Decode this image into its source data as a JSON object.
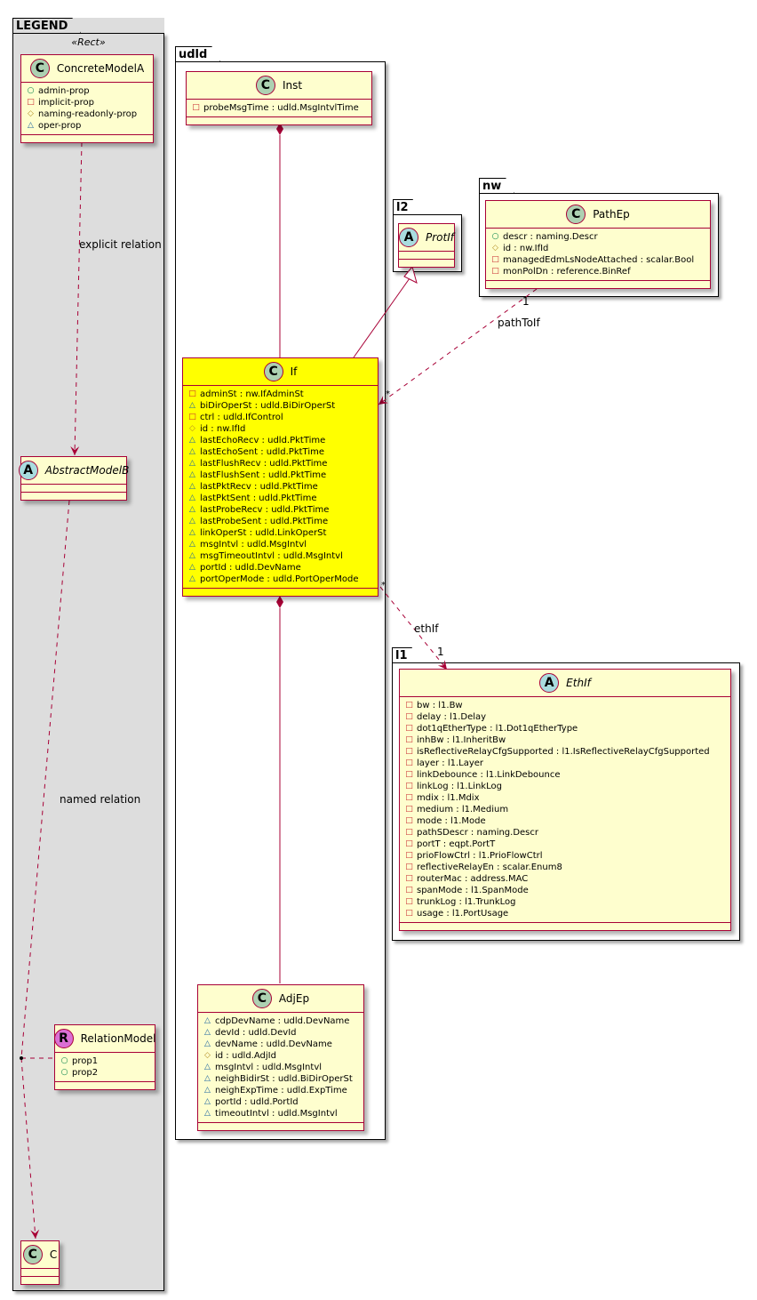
{
  "packages": {
    "legend": {
      "name": "LEGEND",
      "stereotype": "«Rect»"
    },
    "udld": {
      "name": "udld"
    },
    "l2": {
      "name": "l2"
    },
    "nw": {
      "name": "nw"
    },
    "l1": {
      "name": "l1"
    }
  },
  "visibility_symbols": {
    "private": "□",
    "public": "○",
    "protected": "◇",
    "package": "△"
  },
  "classes": {
    "concreteModelA": {
      "badge": "C",
      "name": "ConcreteModelA",
      "attrs": [
        {
          "vis": "public",
          "text": "admin-prop"
        },
        {
          "vis": "private",
          "text": "implicit-prop"
        },
        {
          "vis": "protected",
          "text": "naming-readonly-prop"
        },
        {
          "vis": "package",
          "text": "oper-prop"
        }
      ]
    },
    "abstractModelB": {
      "badge": "A",
      "name": "AbstractModelB",
      "attrs": []
    },
    "relationModel": {
      "badge": "R",
      "name": "RelationModel",
      "attrs": [
        {
          "vis": "public",
          "text": "prop1"
        },
        {
          "vis": "public",
          "text": "prop2"
        }
      ]
    },
    "c": {
      "badge": "C",
      "name": "C",
      "attrs": []
    },
    "inst": {
      "badge": "C",
      "name": "Inst",
      "attrs": [
        {
          "vis": "private",
          "text": "probeMsgTime : udld.MsgIntvlTime"
        }
      ]
    },
    "protIf": {
      "badge": "A",
      "name": "ProtIf",
      "attrs": []
    },
    "pathEp": {
      "badge": "C",
      "name": "PathEp",
      "attrs": [
        {
          "vis": "public",
          "text": "descr : naming.Descr"
        },
        {
          "vis": "protected",
          "text": "id : nw.IfId"
        },
        {
          "vis": "private",
          "text": "managedEdmLsNodeAttached : scalar.Bool"
        },
        {
          "vis": "private",
          "text": "monPolDn : reference.BinRef"
        }
      ]
    },
    "if": {
      "badge": "C",
      "name": "If",
      "highlight": "#ffff00",
      "attrs": [
        {
          "vis": "private",
          "text": "adminSt : nw.IfAdminSt"
        },
        {
          "vis": "package",
          "text": "biDirOperSt : udld.BiDirOperSt"
        },
        {
          "vis": "private",
          "text": "ctrl : udld.IfControl"
        },
        {
          "vis": "protected",
          "text": "id : nw.IfId"
        },
        {
          "vis": "package",
          "text": "lastEchoRecv : udld.PktTime"
        },
        {
          "vis": "package",
          "text": "lastEchoSent : udld.PktTime"
        },
        {
          "vis": "package",
          "text": "lastFlushRecv : udld.PktTime"
        },
        {
          "vis": "package",
          "text": "lastFlushSent : udld.PktTime"
        },
        {
          "vis": "package",
          "text": "lastPktRecv : udld.PktTime"
        },
        {
          "vis": "package",
          "text": "lastPktSent : udld.PktTime"
        },
        {
          "vis": "package",
          "text": "lastProbeRecv : udld.PktTime"
        },
        {
          "vis": "package",
          "text": "lastProbeSent : udld.PktTime"
        },
        {
          "vis": "package",
          "text": "linkOperSt : udld.LinkOperSt"
        },
        {
          "vis": "package",
          "text": "msgIntvl : udld.MsgIntvl"
        },
        {
          "vis": "package",
          "text": "msgTimeoutIntvl : udld.MsgIntvl"
        },
        {
          "vis": "package",
          "text": "portId : udld.DevName"
        },
        {
          "vis": "package",
          "text": "portOperMode : udld.PortOperMode"
        }
      ]
    },
    "ethIf": {
      "badge": "A",
      "name": "EthIf",
      "attrs": [
        {
          "vis": "private",
          "text": "bw : l1.Bw"
        },
        {
          "vis": "private",
          "text": "delay : l1.Delay"
        },
        {
          "vis": "private",
          "text": "dot1qEtherType : l1.Dot1qEtherType"
        },
        {
          "vis": "private",
          "text": "inhBw : l1.InheritBw"
        },
        {
          "vis": "private",
          "text": "isReflectiveRelayCfgSupported : l1.IsReflectiveRelayCfgSupported"
        },
        {
          "vis": "private",
          "text": "layer : l1.Layer"
        },
        {
          "vis": "private",
          "text": "linkDebounce : l1.LinkDebounce"
        },
        {
          "vis": "private",
          "text": "linkLog : l1.LinkLog"
        },
        {
          "vis": "private",
          "text": "mdix : l1.Mdix"
        },
        {
          "vis": "private",
          "text": "medium : l1.Medium"
        },
        {
          "vis": "private",
          "text": "mode : l1.Mode"
        },
        {
          "vis": "private",
          "text": "pathSDescr : naming.Descr"
        },
        {
          "vis": "private",
          "text": "portT : eqpt.PortT"
        },
        {
          "vis": "private",
          "text": "prioFlowCtrl : l1.PrioFlowCtrl"
        },
        {
          "vis": "private",
          "text": "reflectiveRelayEn : scalar.Enum8"
        },
        {
          "vis": "private",
          "text": "routerMac : address.MAC"
        },
        {
          "vis": "private",
          "text": "spanMode : l1.SpanMode"
        },
        {
          "vis": "private",
          "text": "trunkLog : l1.TrunkLog"
        },
        {
          "vis": "private",
          "text": "usage : l1.PortUsage"
        }
      ]
    },
    "adjEp": {
      "badge": "C",
      "name": "AdjEp",
      "attrs": [
        {
          "vis": "package",
          "text": "cdpDevName : udld.DevName"
        },
        {
          "vis": "package",
          "text": "devId : udld.DevId"
        },
        {
          "vis": "package",
          "text": "devName : udld.DevName"
        },
        {
          "vis": "protected",
          "text": "id : udld.AdjId"
        },
        {
          "vis": "package",
          "text": "msgIntvl : udld.MsgIntvl"
        },
        {
          "vis": "package",
          "text": "neighBidirSt : udld.BiDirOperSt"
        },
        {
          "vis": "package",
          "text": "neighExpTime : udld.ExpTime"
        },
        {
          "vis": "package",
          "text": "portId : udld.PortId"
        },
        {
          "vis": "package",
          "text": "timeoutIntvl : udld.MsgIntvl"
        }
      ]
    }
  },
  "relations": {
    "explicit": {
      "label": "explicit relation"
    },
    "named": {
      "label": "named relation"
    },
    "pathToIf": {
      "label": "pathToIf",
      "from_mult": "1",
      "to_mult": "*"
    },
    "ethIf": {
      "label": "ethIf",
      "from_mult": "*",
      "to_mult": "1"
    }
  },
  "colors": {
    "border": "#a80036",
    "class_fill": "#fefece",
    "highlight": "#ffff00",
    "legend_fill": "#dddddd"
  }
}
